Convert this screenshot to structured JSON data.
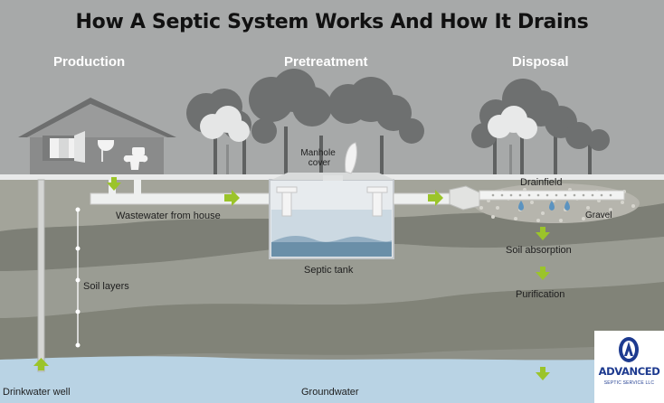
{
  "title": "How A Septic System Works And How It Drains",
  "sections": {
    "production": "Production",
    "pretreatment": "Pretreatment",
    "disposal": "Disposal"
  },
  "labels": {
    "manhole_cover": "Manhole\ncover",
    "drainfield": "Drainfield",
    "wastewater": "Wastewater from house",
    "gravel": "Gravel",
    "septic_tank": "Septic tank",
    "soil_absorption": "Soil absorption",
    "soil_layers": "Soil layers",
    "purification": "Purification",
    "drinkwater_well": "Drinkwater well",
    "groundwater": "Groundwater"
  },
  "logo": {
    "name": "ADVANCED",
    "subtitle": "SEPTIC SERVICE LLC"
  },
  "colors": {
    "sky": "#a7a9a9",
    "soil": "#85877e",
    "groundwater": "#b9d3e4",
    "arrow": "#9bc42a",
    "tank_water": "#6a8fa8"
  }
}
